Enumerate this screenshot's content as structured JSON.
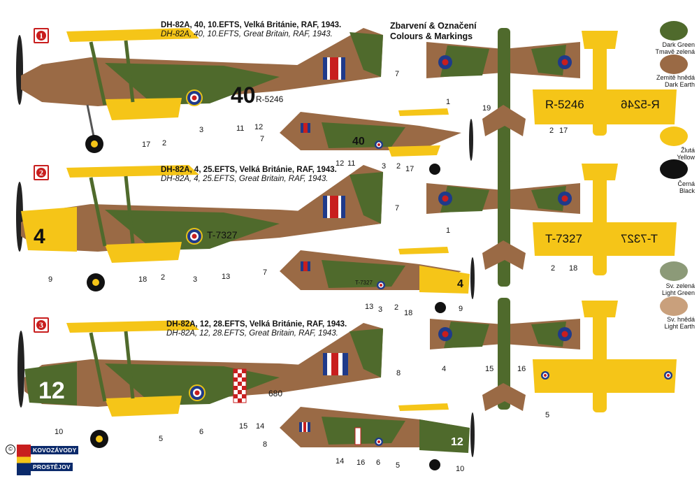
{
  "header": {
    "cz": "Zbarvení & Označení",
    "en": "Colours & Markings"
  },
  "schemes": [
    {
      "number": "1",
      "title_cz": "DH-82A, 40, 10.EFTS, Velká Británie, RAF, 1943.",
      "title_en": "DH-82A, 40, 10.EFTS, Great Britain, RAF, 1943.",
      "code": "40",
      "serial": "R-5246"
    },
    {
      "number": "2",
      "title_cz": "DH-82A, 4, 25.EFTS, Velká Británie, RAF, 1943.",
      "title_en": "DH-82A, 4, 25.EFTS, Great Britain, RAF, 1943.",
      "code": "4",
      "serial": "T-7327"
    },
    {
      "number": "3",
      "title_cz": "DH-82A, 12, 28.EFTS, Velká Británie, RAF, 1943.",
      "title_en": "DH-82A, 12, 28.EFTS, Great Britain, RAF, 1943.",
      "code": "12",
      "serial": "680"
    }
  ],
  "callouts": {
    "s1": [
      "7",
      "3",
      "11",
      "12",
      "17",
      "2",
      "7",
      "12",
      "11",
      "3",
      "2",
      "17",
      "1",
      "19",
      "2",
      "17"
    ],
    "s2": [
      "7",
      "9",
      "18",
      "2",
      "3",
      "13",
      "7",
      "13",
      "3",
      "2",
      "18",
      "9",
      "1",
      "2",
      "18"
    ],
    "s3": [
      "8",
      "10",
      "5",
      "6",
      "15",
      "14",
      "8",
      "14",
      "16",
      "6",
      "5",
      "10",
      "4",
      "15",
      "16",
      "5"
    ]
  },
  "serials_wing": {
    "s1a": "R-5246",
    "s1b": "R-5246",
    "s2a": "T-7327",
    "s2b": "T-7327"
  },
  "legend": [
    {
      "cz": "Dark Green",
      "en": "Tmavě zelená",
      "color": "#4f6a2c"
    },
    {
      "cz": "Zemitě hnědá",
      "en": "Dark Earth",
      "color": "#9a6a45"
    },
    {
      "cz": "Žlutá",
      "en": "Yellow",
      "color": "#f5c518"
    },
    {
      "cz": "Černá",
      "en": "Black",
      "color": "#111111"
    },
    {
      "cz": "Sv. zelená",
      "en": "Light Green",
      "color": "#8c9a78"
    },
    {
      "cz": "Sv. hnědá",
      "en": "Light Earth",
      "color": "#c9a07c"
    }
  ],
  "logo": {
    "line1": "KOVOZÁVODY",
    "line2": "PROSTĚJOV"
  },
  "colors": {
    "green": "#4f6a2c",
    "earth": "#9a6a45",
    "yellow": "#f5c518",
    "red": "#c81e1e",
    "blue": "#1f3a8a"
  }
}
